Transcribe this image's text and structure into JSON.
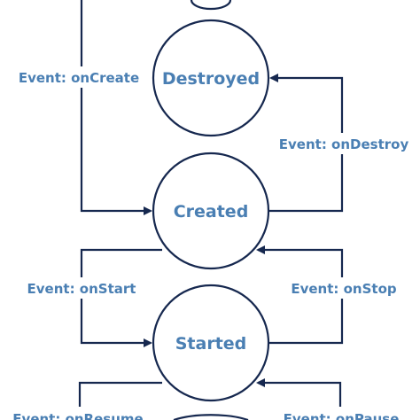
{
  "diagram": {
    "nodes": [
      {
        "id": "destroyed",
        "label": "Destroyed"
      },
      {
        "id": "created",
        "label": "Created"
      },
      {
        "id": "started",
        "label": "Started"
      }
    ],
    "edges": [
      {
        "id": "on-create",
        "label": "Event: onCreate"
      },
      {
        "id": "on-destroy",
        "label": "Event: onDestroy"
      },
      {
        "id": "on-start",
        "label": "Event: onStart"
      },
      {
        "id": "on-stop",
        "label": "Event: onStop"
      },
      {
        "id": "on-resume",
        "label": "Event: onResume"
      },
      {
        "id": "on-pause",
        "label": "Event: onPause"
      }
    ],
    "colors": {
      "line": "#16284f",
      "text": "#4a7fb3"
    }
  }
}
